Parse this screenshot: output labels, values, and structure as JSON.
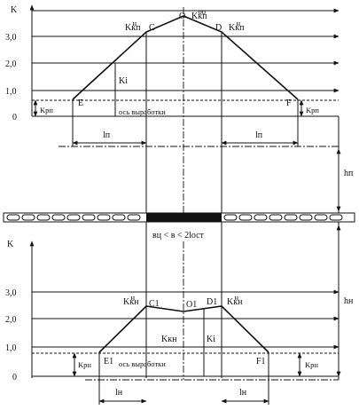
{
  "top": {
    "axis_label": "K",
    "ticks": [
      "3,0",
      "2,0",
      "1,0",
      "0"
    ],
    "points": {
      "O": "O",
      "C": "C",
      "D": "D",
      "E": "E",
      "F": "F"
    },
    "k_left": "Kкп",
    "k_left_sup": "н",
    "k_top": "Kкп",
    "k_top_sup": "oo",
    "k_right": "Kкп",
    "k_right_sup": "н",
    "k_i": "Ki",
    "k_rp_left": "Kрп",
    "k_rp_right": "Kрп",
    "axis_text": "ось выработки",
    "l_left": "lп",
    "l_right": "lп",
    "h": "hп"
  },
  "middle": {
    "text": "вц < в < 2lост"
  },
  "bottom": {
    "axis_label": "K",
    "ticks": [
      "3,0",
      "2,0",
      "1,0",
      "0"
    ],
    "points": {
      "C1": "C1",
      "O1": "O1",
      "D1": "D1",
      "E1": "E1",
      "F1": "F1"
    },
    "k_left": "Kкн",
    "k_left_sup": "н",
    "k_right": "Kкн",
    "k_right_sup": "н",
    "k_center": "Kкн",
    "k_i": "Ki",
    "k_rn_left": "Kрн",
    "k_rn_right": "Kрн",
    "axis_text": "ось выработки",
    "l_left": "lн",
    "l_right": "lн",
    "h": "hн"
  }
}
